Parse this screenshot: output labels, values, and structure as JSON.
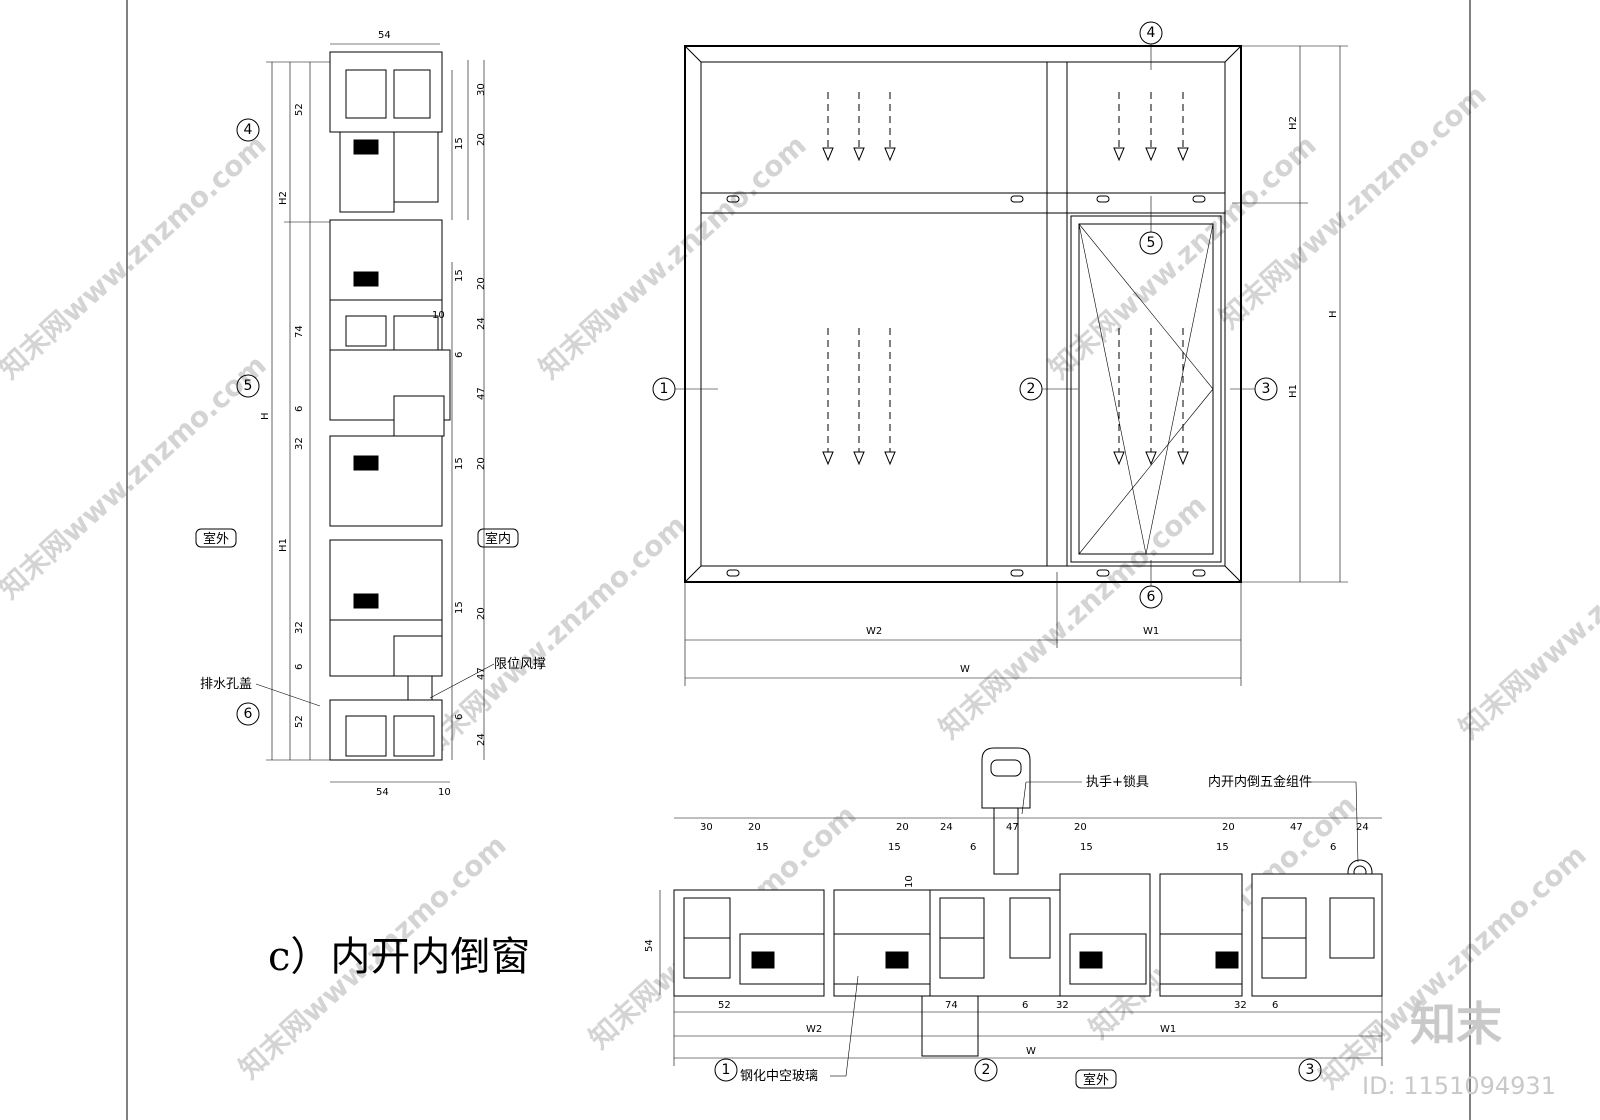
{
  "title": "c）内开内倒窗",
  "logo": "知末",
  "id_text": "ID: 1151094931",
  "watermark": "知末网www.znzmo.com",
  "labels": {
    "outdoor": "室外",
    "indoor": "室内",
    "drain_cap": "排水孔盖",
    "limit_stay": "限位风撑",
    "handle_lock": "执手+锁具",
    "hardware": "内开内倒五金组件",
    "glass": "钢化中空玻璃"
  },
  "circles": [
    "1",
    "2",
    "3",
    "4",
    "5",
    "6"
  ],
  "dims": {
    "d54": "54",
    "d52": "52",
    "d30": "30",
    "d15": "15",
    "d20": "20",
    "d10": "10",
    "d24": "24",
    "d6": "6",
    "d47": "47",
    "d32": "32",
    "d74": "74",
    "H": "H",
    "H1": "H1",
    "H2": "H2",
    "W": "W",
    "W1": "W1",
    "W2": "W2"
  },
  "colors": {
    "line": "#000000",
    "watermark": "#d4d4d4",
    "background": "#ffffff"
  }
}
